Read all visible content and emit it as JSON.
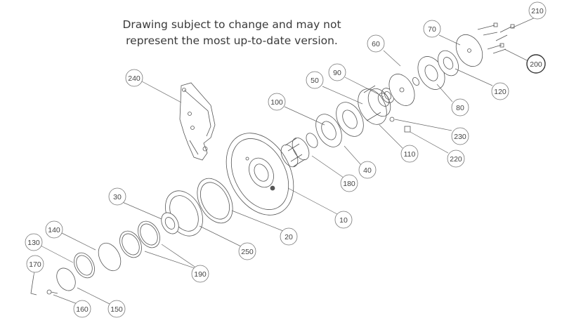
{
  "disclaimer": {
    "line1": "Drawing subject to change and may not",
    "line2": "represent the most up-to-date version."
  },
  "callouts": {
    "c10": "10",
    "c20": "20",
    "c30": "30",
    "c40": "40",
    "c50": "50",
    "c60": "60",
    "c70": "70",
    "c80": "80",
    "c90": "90",
    "c100": "100",
    "c110": "110",
    "c120": "120",
    "c130": "130",
    "c140": "140",
    "c150": "150",
    "c160": "160",
    "c170": "170",
    "c180": "180",
    "c190": "190",
    "c200": "200",
    "c210": "210",
    "c220": "220",
    "c230": "230",
    "c240": "240",
    "c250": "250"
  }
}
